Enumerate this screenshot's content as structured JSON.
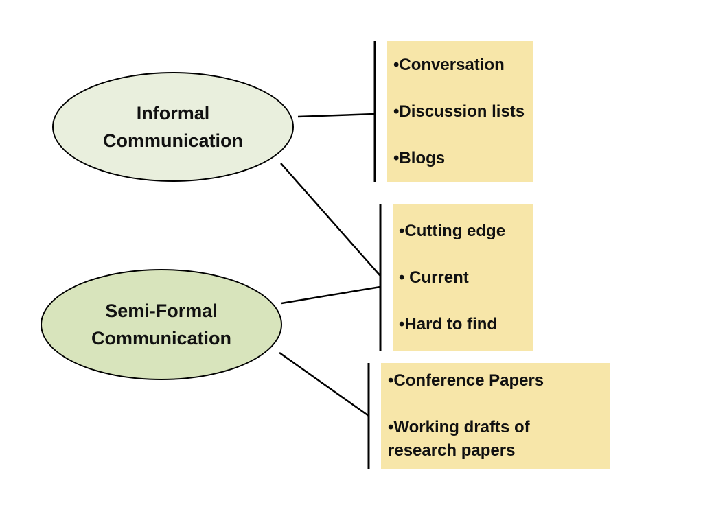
{
  "nodes": {
    "informal": {
      "line1": "Informal",
      "line2": "Communication"
    },
    "semiformal": {
      "line1": "Semi-Formal",
      "line2": "Communication"
    }
  },
  "boxes": {
    "informal": {
      "items": [
        "•Conversation",
        "•Discussion lists",
        "•Blogs"
      ]
    },
    "semiformal": {
      "items": [
        "•Cutting edge",
        "• Current",
        "•Hard to find"
      ]
    },
    "conference": {
      "items": [
        "•Conference Papers",
        "•Working drafts of research papers"
      ]
    }
  },
  "colors": {
    "informal_fill": "#e9efdd",
    "semiformal_fill": "#d8e4bc",
    "box_fill": "#f7e6a9",
    "line": "#000000"
  }
}
